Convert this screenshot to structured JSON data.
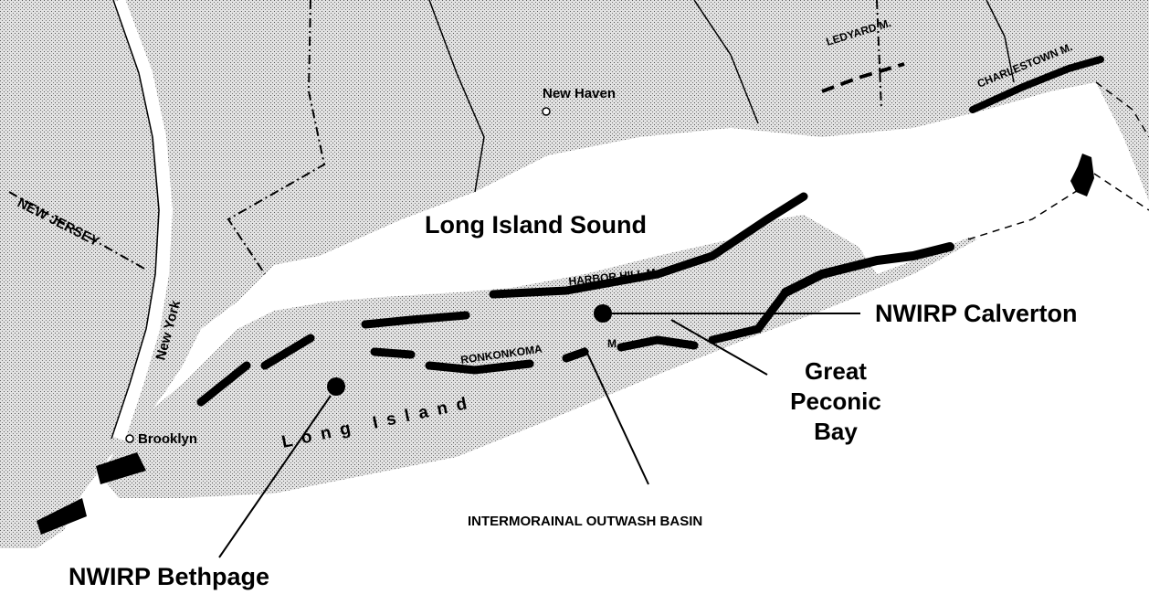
{
  "map": {
    "labels": {
      "sound": "Long Island Sound",
      "new_haven": "New Haven",
      "new_jersey": "NEW JERSEY",
      "new_york": "New York",
      "ledyard": "LEDYARD M.",
      "charlestown": "CHARLESTOWN M.",
      "harbor_hill": "HARBOR HILL M.",
      "ronkonkoma": "RONKONKOMA",
      "ronkonkoma_m": "M.",
      "long_island": "Long Island",
      "brooklyn": "Brooklyn",
      "calverton": "NWIRP Calverton",
      "bethpage": "NWIRP Bethpage",
      "peconic_line1": "Great",
      "peconic_line2": "Peconic",
      "peconic_line3": "Bay",
      "basin": "INTERMORAINAL OUTWASH BASIN"
    },
    "colors": {
      "land_stipple": "#b9b9b9",
      "water": "#ffffff",
      "ink": "#000000"
    },
    "icons": {
      "site_marker": "filled-circle",
      "city_marker": "open-circle"
    }
  }
}
